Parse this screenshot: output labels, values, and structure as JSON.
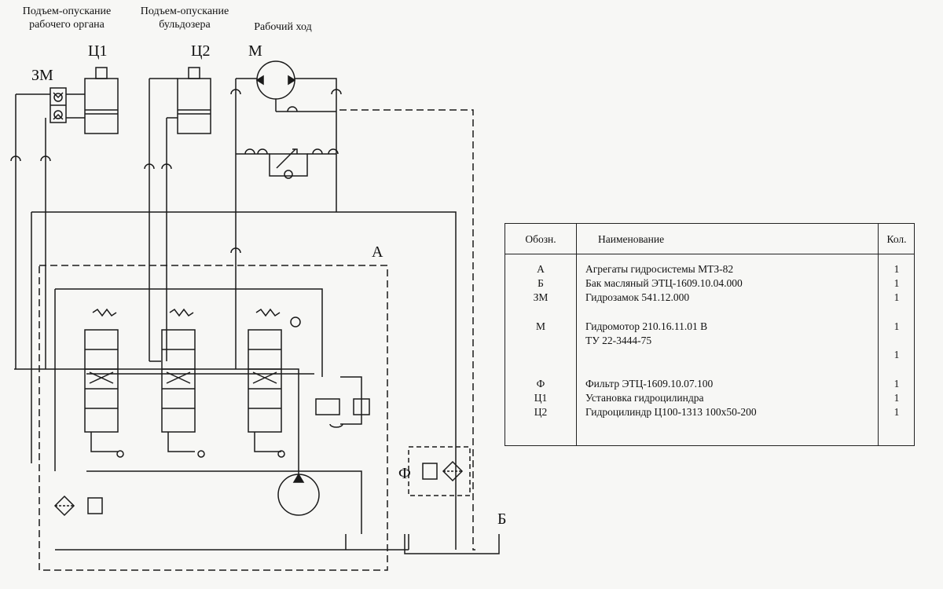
{
  "captions": {
    "work_organ": "Подъем-опускание\nрабочего органа",
    "bulldozer": "Подъем-опускание\nбульдозера",
    "work_stroke": "Рабочий ход"
  },
  "labels": {
    "zm": "ЗМ",
    "c1": "Ц1",
    "c2": "Ц2",
    "m": "М",
    "a": "А",
    "f": "Ф",
    "b": "Б"
  },
  "spec_table": {
    "headers": [
      "Обозн.",
      "Наименование",
      "Кол."
    ],
    "rows": [
      {
        "code": "А",
        "name": "Агрегаты гидросистемы МТЗ-82",
        "qty": "1"
      },
      {
        "code": "Б",
        "name": "Бак масляный ЭТЦ-1609.10.04.000",
        "qty": "1"
      },
      {
        "code": "ЗМ",
        "name": "Гидрозамок 541.12.000",
        "qty": "1"
      },
      {
        "code": "",
        "name": "",
        "qty": ""
      },
      {
        "code": "М",
        "name": "Гидромотор 210.16.11.01 В",
        "qty": "1"
      },
      {
        "code": "",
        "name": "ТУ 22-3444-75",
        "qty": ""
      },
      {
        "code": "",
        "name": "",
        "qty": "1"
      },
      {
        "code": "",
        "name": "",
        "qty": ""
      },
      {
        "code": "Ф",
        "name": "Фильтр ЭТЦ-1609.10.07.100",
        "qty": "1"
      },
      {
        "code": "Ц1",
        "name": "Установка гидроцилиндра",
        "qty": "1"
      },
      {
        "code": "Ц2",
        "name": "Гидроцилиндр Ц100-1313 100х50-200",
        "qty": "1"
      }
    ]
  },
  "colors": {
    "ink": "#1a1a1a",
    "paper": "#f7f7f5"
  }
}
